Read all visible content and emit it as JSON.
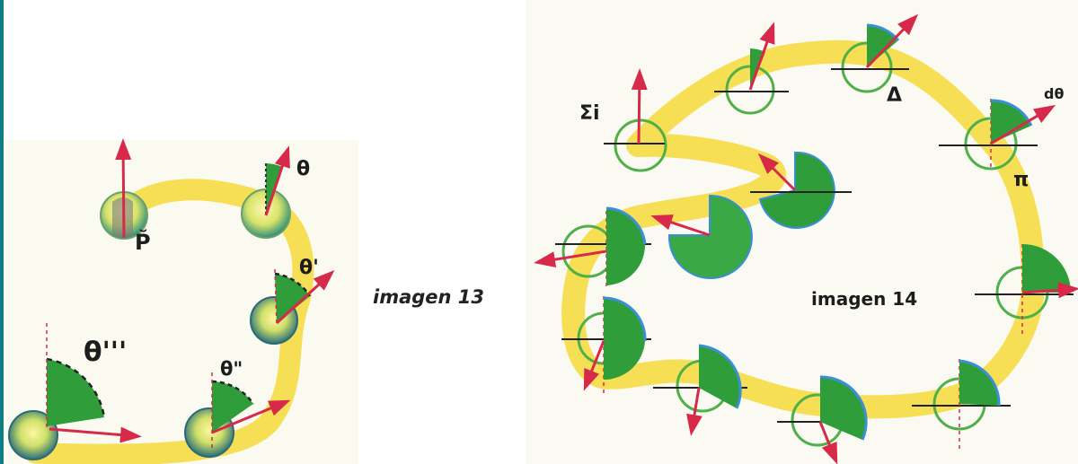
{
  "left_figure": {
    "angle_labels": [
      "θ",
      "θ'",
      "θ\"",
      "θ'''"
    ],
    "point_label": "P̆"
  },
  "captions": {
    "image13": "imagen 13",
    "image14": "imagen 14"
  },
  "right_figure": {
    "labels": [
      "Σi",
      "Δ",
      "dθ",
      "π"
    ]
  },
  "colors": {
    "path_yellow": "#f6d93a",
    "circle_green": "#4fb04a",
    "sector_green": "#2f9e3a",
    "arrow_red": "#d72a4a",
    "edge_teal": "#0f7e82"
  }
}
